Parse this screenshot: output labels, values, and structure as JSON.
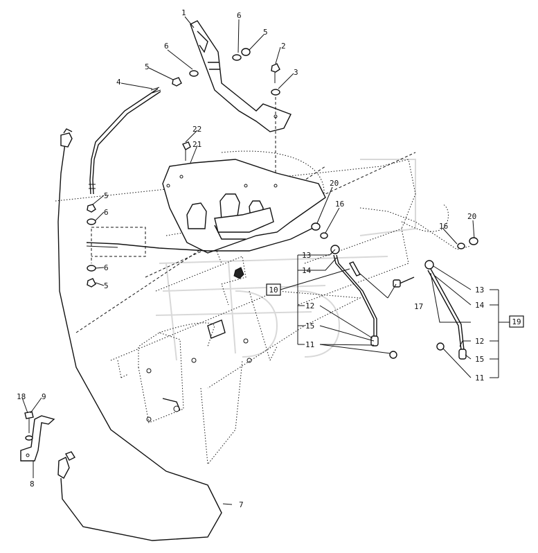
{
  "callouts": [
    {
      "id": "c1",
      "text": "1"
    },
    {
      "id": "c2",
      "text": "2"
    },
    {
      "id": "c3",
      "text": "3"
    },
    {
      "id": "c4",
      "text": "4"
    },
    {
      "id": "c5a",
      "text": "5"
    },
    {
      "id": "c5b",
      "text": "5"
    },
    {
      "id": "c5c",
      "text": "5"
    },
    {
      "id": "c5d",
      "text": "5"
    },
    {
      "id": "c6a",
      "text": "6"
    },
    {
      "id": "c6b",
      "text": "6"
    },
    {
      "id": "c6c",
      "text": "6"
    },
    {
      "id": "c6d",
      "text": "6"
    },
    {
      "id": "c7",
      "text": "7"
    },
    {
      "id": "c8",
      "text": "8"
    },
    {
      "id": "c9",
      "text": "9"
    },
    {
      "id": "c18",
      "text": "18"
    },
    {
      "id": "c22",
      "text": "22"
    },
    {
      "id": "c21",
      "text": "21"
    },
    {
      "id": "c20a",
      "text": "20"
    },
    {
      "id": "c16a",
      "text": "16"
    },
    {
      "id": "c20b",
      "text": "20"
    },
    {
      "id": "c16b",
      "text": "16"
    },
    {
      "id": "c13a",
      "text": "13"
    },
    {
      "id": "c14a",
      "text": "14"
    },
    {
      "id": "c12a",
      "text": "12"
    },
    {
      "id": "c15a",
      "text": "15"
    },
    {
      "id": "c11a",
      "text": "11"
    },
    {
      "id": "c17",
      "text": "17"
    },
    {
      "id": "c13b",
      "text": "13"
    },
    {
      "id": "c14b",
      "text": "14"
    },
    {
      "id": "c12b",
      "text": "12"
    },
    {
      "id": "c15b",
      "text": "15"
    },
    {
      "id": "c11b",
      "text": "11"
    }
  ],
  "boxed_refs": [
    {
      "id": "b10",
      "text": "10"
    },
    {
      "id": "b19",
      "text": "19"
    }
  ]
}
